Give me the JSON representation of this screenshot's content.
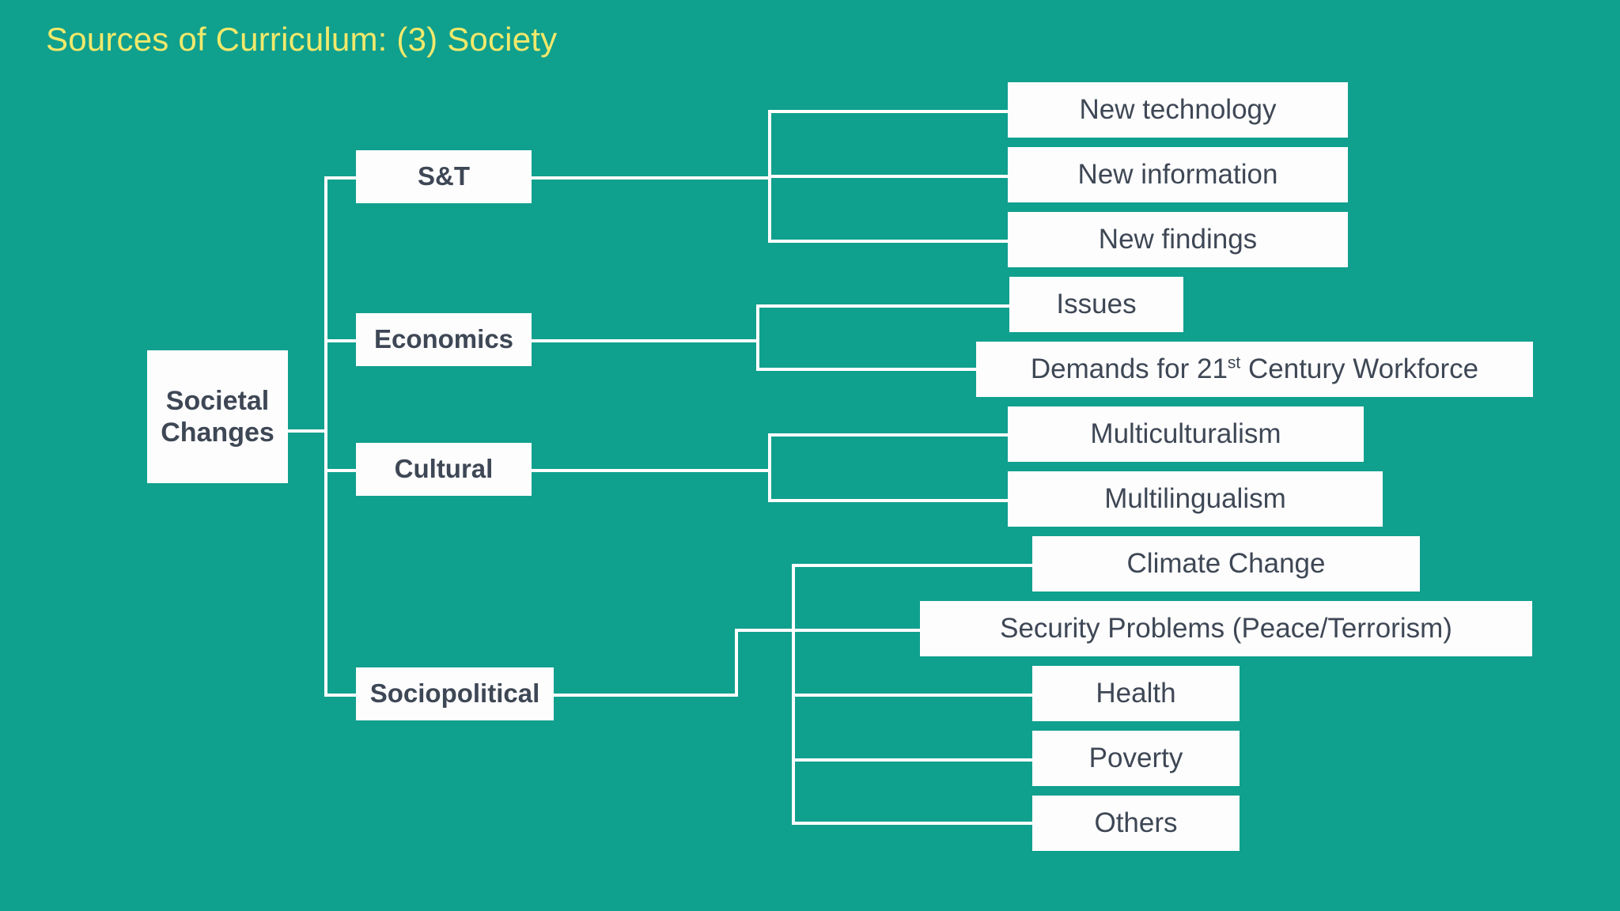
{
  "slide": {
    "title": "Sources of Curriculum: (3) Society",
    "background_color": "#10a08e",
    "title_color": "#f2e96b",
    "node_fill_color": "#fdfdfd",
    "node_text_color": "#3e4755",
    "connector_color": "#ffffff"
  },
  "diagram": {
    "type": "tree",
    "root": {
      "label_line1": "Societal",
      "label_line2": "Changes",
      "label": "Societal Changes"
    },
    "branches": [
      {
        "id": "st",
        "label": "S&T",
        "leaves": [
          {
            "id": "new-technology",
            "label": "New technology"
          },
          {
            "id": "new-information",
            "label": "New information"
          },
          {
            "id": "new-findings",
            "label": "New findings"
          }
        ]
      },
      {
        "id": "economics",
        "label": "Economics",
        "leaves": [
          {
            "id": "issues",
            "label": "Issues"
          },
          {
            "id": "demands-workforce",
            "label": "Demands for 21st Century Workforce",
            "label_pre": "Demands for 21",
            "label_sup": "st",
            "label_post": " Century Workforce"
          }
        ]
      },
      {
        "id": "cultural",
        "label": "Cultural",
        "leaves": [
          {
            "id": "multiculturalism",
            "label": "Multiculturalism"
          },
          {
            "id": "multilingualism",
            "label": "Multilingualism"
          }
        ]
      },
      {
        "id": "sociopolitical",
        "label": "Sociopolitical",
        "leaves": [
          {
            "id": "climate-change",
            "label": "Climate Change"
          },
          {
            "id": "security-problems",
            "label": "Security Problems (Peace/Terrorism)"
          },
          {
            "id": "health",
            "label": "Health"
          },
          {
            "id": "poverty",
            "label": "Poverty"
          },
          {
            "id": "others",
            "label": "Others"
          }
        ]
      }
    ]
  }
}
